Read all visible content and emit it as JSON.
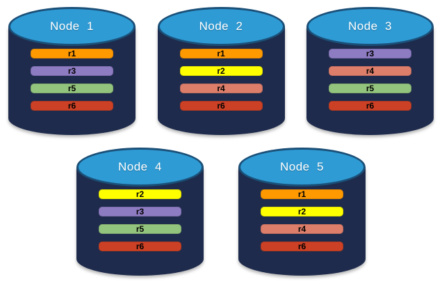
{
  "palette": {
    "background": "#FFFFFF",
    "cylinder_body": "#1E2B4C",
    "cylinder_top_fill": "#2E9BD5",
    "cylinder_top_border": "#1B5078",
    "node_label_color": "#FFFFFF",
    "replica_label_color": "#000000"
  },
  "replica_colors": {
    "r1": "#FF9900",
    "r2": "#FFFF00",
    "r3": "#8E7CC3",
    "r4": "#DD7E6B",
    "r5": "#93C47D",
    "r6": "#CC4125"
  },
  "nodes": [
    {
      "label": "Node  1",
      "replicas": [
        "r1",
        "r3",
        "r5",
        "r6"
      ]
    },
    {
      "label": "Node  2",
      "replicas": [
        "r1",
        "r2",
        "r4",
        "r6"
      ]
    },
    {
      "label": "Node  3",
      "replicas": [
        "r3",
        "r4",
        "r5",
        "r6"
      ]
    },
    {
      "label": "Node  4",
      "replicas": [
        "r2",
        "r3",
        "r5",
        "r6"
      ]
    },
    {
      "label": "Node  5",
      "replicas": [
        "r1",
        "r2",
        "r4",
        "r6"
      ]
    }
  ],
  "rows": [
    [
      0,
      1,
      2
    ],
    [
      3,
      4
    ]
  ]
}
